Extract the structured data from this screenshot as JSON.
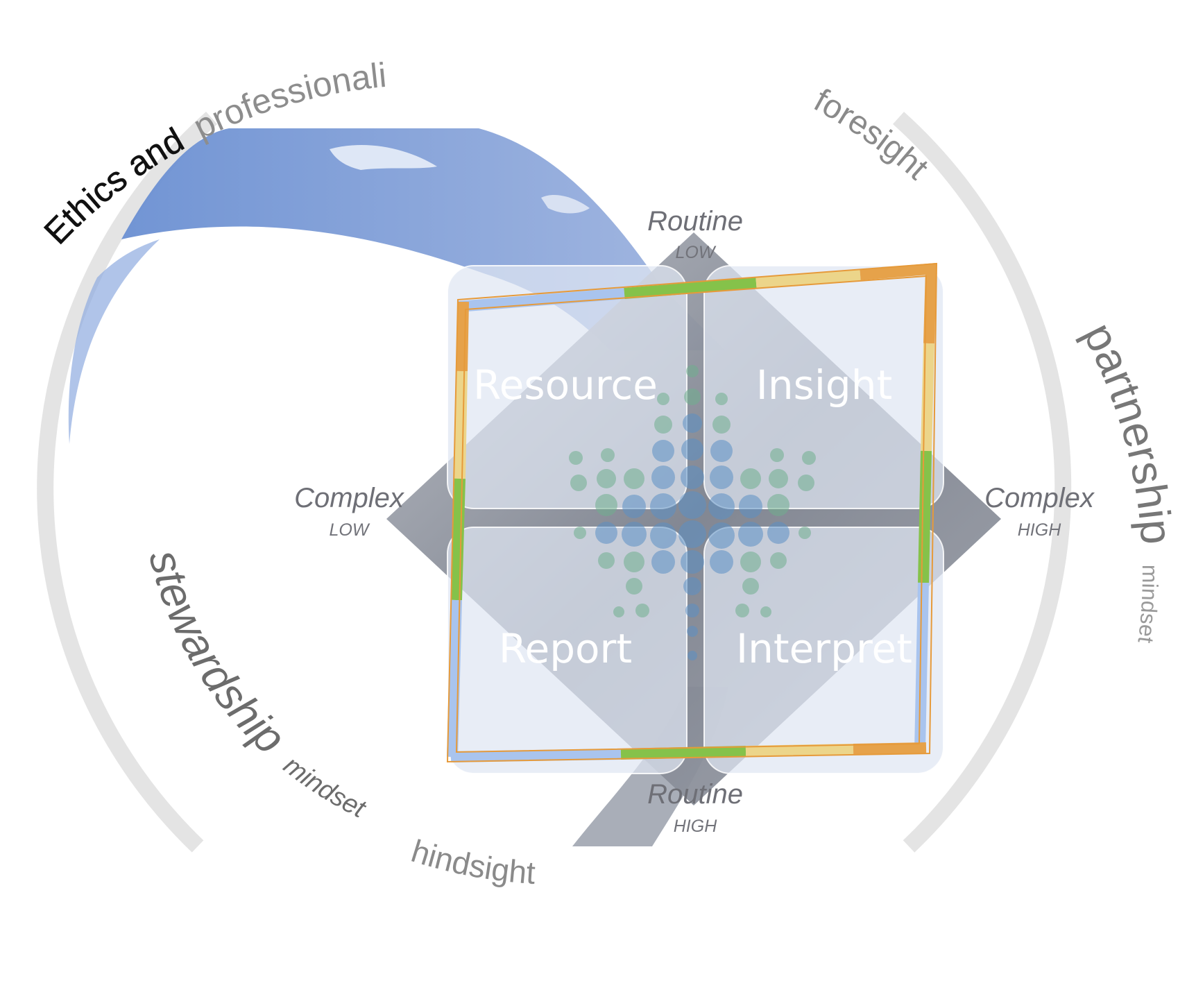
{
  "arcs": {
    "ethics_dark": "Ethics and",
    "ethics_light": "professionalism",
    "foresight": "foresight",
    "partnership": "partnership",
    "partnership_sub": "mindset",
    "stewardship": "stewardship",
    "stewardship_sub": "mindset",
    "hindsight": "hindsight"
  },
  "axes": {
    "top": {
      "label": "Routine",
      "level": "LOW"
    },
    "bottom": {
      "label": "Routine",
      "level": "HIGH"
    },
    "left": {
      "label": "Complex",
      "level": "LOW"
    },
    "right": {
      "label": "Complex",
      "level": "HIGH"
    }
  },
  "quadrants": {
    "top_left": "Resource",
    "top_right": "Insight",
    "bottom_left": "Report",
    "bottom_right": "Interpret"
  },
  "colors": {
    "ring": "#e4e4e4",
    "swoosh_blue": "#6f93d3",
    "diamond": "#8b909c",
    "quad_fill": "#dfe6f3",
    "frame_orange": "#e6a24a",
    "frame_yellow": "#ecd58a",
    "frame_green": "#85c24a",
    "frame_blue": "#a9c4ee",
    "dots_blue": "#5b8fc4",
    "dots_green": "#6fae8e"
  }
}
